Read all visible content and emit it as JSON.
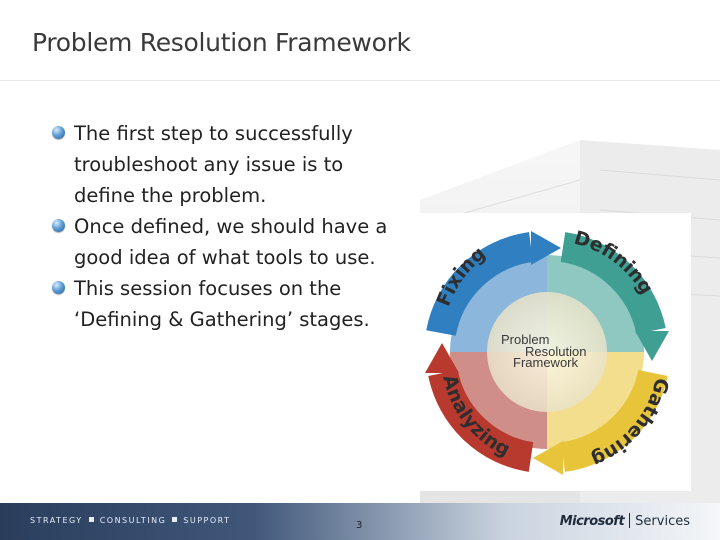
{
  "slide": {
    "title": "Problem Resolution Framework",
    "bullets": [
      "The first step to successfully troubleshoot any issue is to define the problem.",
      "Once defined, we should have a good idea of what tools to use.",
      "This session focuses on the ‘Defining & Gathering’ stages."
    ]
  },
  "diagram": {
    "center": [
      "Problem",
      "Resolution",
      "Framework"
    ],
    "stages": {
      "defining": "Defining",
      "gathering": "Gathering",
      "analyzing": "Analyzing",
      "fixing": "Fixing"
    },
    "colors": {
      "defining": "#3f9f93",
      "gathering": "#e8c43a",
      "analyzing": "#b8392d",
      "fixing": "#2f7fc1"
    }
  },
  "footer": {
    "nav": [
      "STRATEGY",
      "CONSULTING",
      "SUPPORT"
    ],
    "page_number": "3",
    "brand_name": "Microsoft",
    "brand_suffix": "Services"
  }
}
